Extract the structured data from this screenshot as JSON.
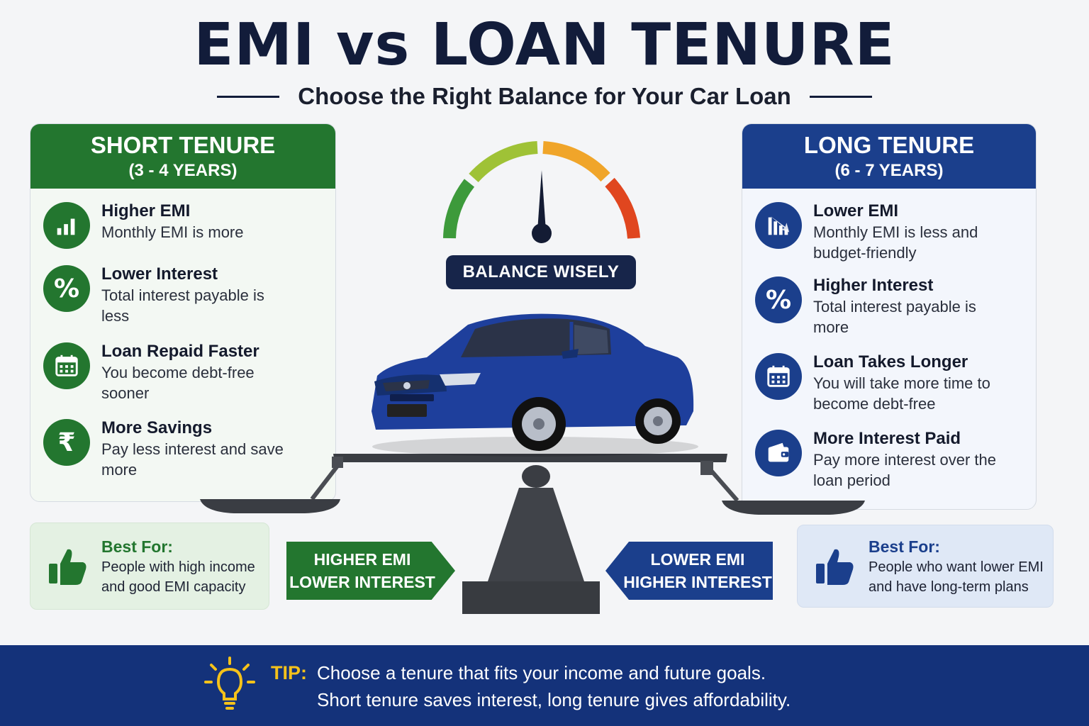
{
  "header": {
    "title": "EMI vs LOAN TENURE",
    "subtitle": "Choose the Right Balance for Your Car Loan"
  },
  "short": {
    "title": "SHORT TENURE",
    "subtitle": "(3 - 4 YEARS)",
    "items": [
      {
        "icon": "bar-chart-icon",
        "heading": "Higher EMI",
        "desc": "Monthly EMI is more"
      },
      {
        "icon": "percent-icon",
        "heading": "Lower Interest",
        "desc": "Total interest payable is less"
      },
      {
        "icon": "calendar-icon",
        "heading": "Loan Repaid Faster",
        "desc": "You become debt-free sooner"
      },
      {
        "icon": "rupee-icon",
        "heading": "More Savings",
        "desc": "Pay less interest and save more"
      }
    ],
    "best_for_label": "Best For:",
    "best_for_text": "People with high income and good EMI capacity",
    "tag_line1": "HIGHER EMI",
    "tag_line2": "LOWER INTEREST"
  },
  "long": {
    "title": "LONG TENURE",
    "subtitle": "(6 - 7 YEARS)",
    "items": [
      {
        "icon": "declining-chart-icon",
        "heading": "Lower EMI",
        "desc": "Monthly EMI is less and budget-friendly"
      },
      {
        "icon": "percent-icon",
        "heading": "Higher Interest",
        "desc": "Total interest payable is more"
      },
      {
        "icon": "calendar-icon",
        "heading": "Loan Takes Longer",
        "desc": "You will take more time to become debt-free"
      },
      {
        "icon": "wallet-icon",
        "heading": "More Interest Paid",
        "desc": "Pay more interest over the loan period"
      }
    ],
    "best_for_label": "Best For:",
    "best_for_text": "People who want lower EMI and have long-term plans",
    "tag_line1": "LOWER EMI",
    "tag_line2": "HIGHER INTEREST"
  },
  "center": {
    "balance_label": "BALANCE WISELY"
  },
  "tip": {
    "label": "TIP:",
    "line1": "Choose a tenure that fits your income and future goals.",
    "line2": "Short tenure saves interest, long tenure gives affordability."
  },
  "colors": {
    "green": "#23762f",
    "blue": "#1b3f8c",
    "navy": "#121c3a",
    "tip_yellow": "#f5c21a"
  }
}
